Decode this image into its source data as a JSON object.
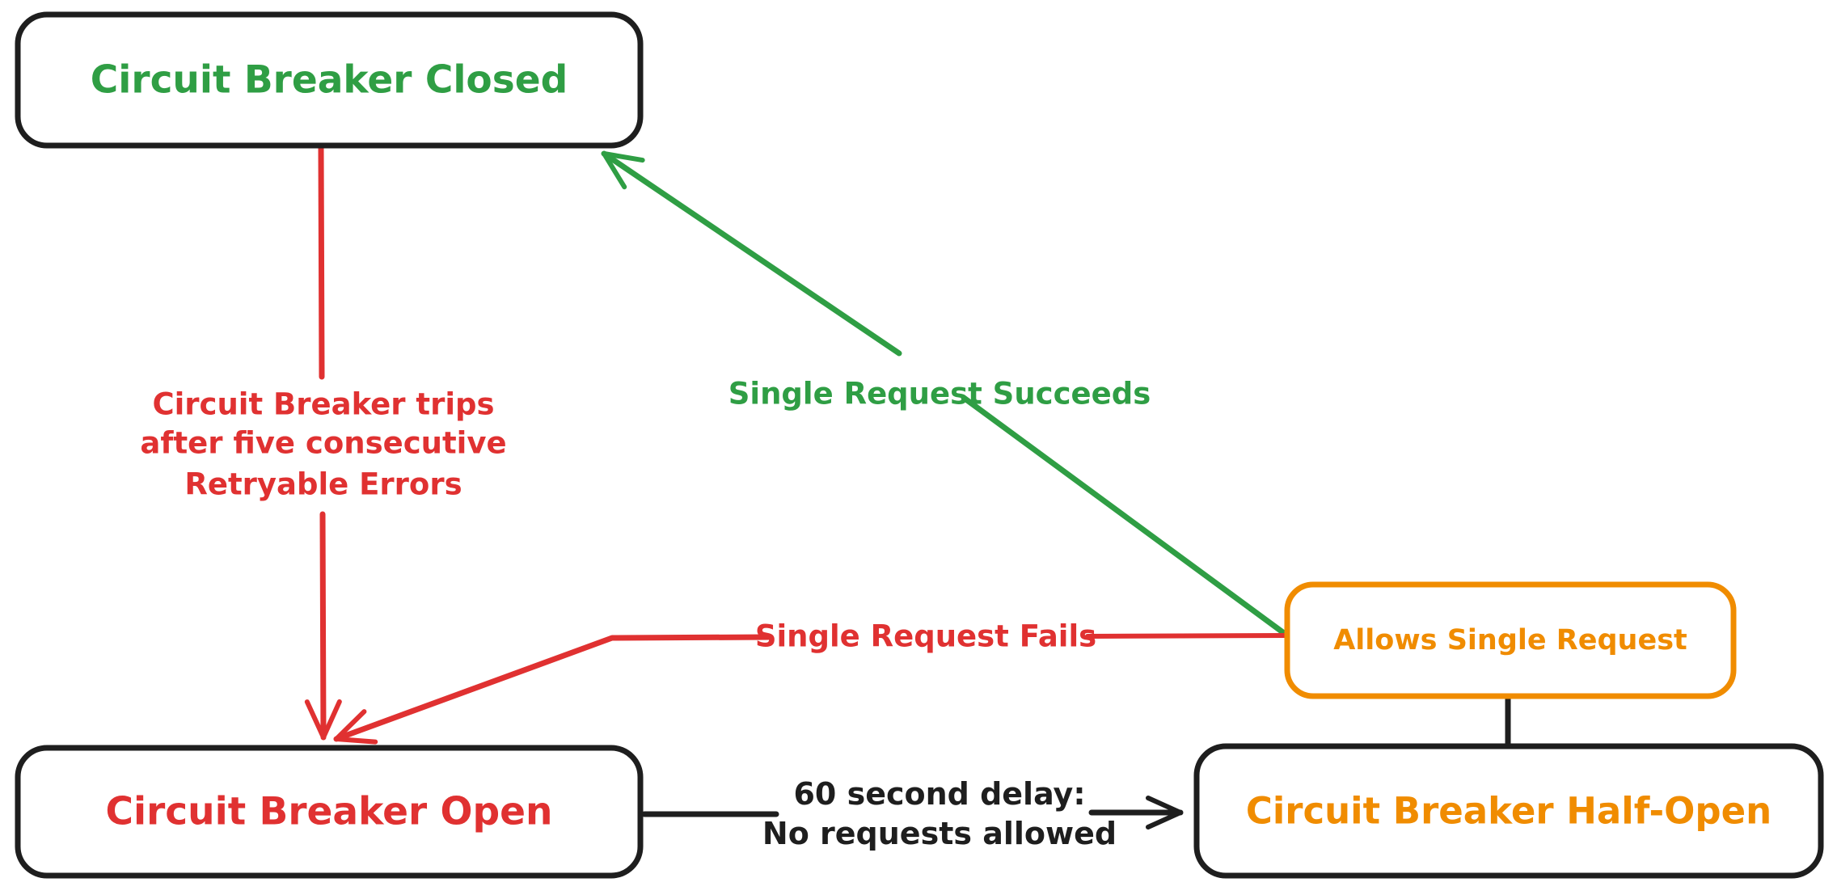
{
  "diagram": {
    "description": "Circuit breaker state machine diagram"
  },
  "colors": {
    "green": "#2f9e44",
    "red": "#e03131",
    "orange": "#f08c00",
    "black": "#1e1e1e",
    "background": "#ffffff"
  },
  "nodes": {
    "closed": {
      "label": "Circuit Breaker Closed"
    },
    "open": {
      "label": "Circuit Breaker Open"
    },
    "half_open": {
      "label": "Circuit Breaker Half-Open"
    },
    "allows_single_request": {
      "label": "Allows Single Request"
    }
  },
  "edges": {
    "trip": {
      "lines": [
        "Circuit Breaker trips",
        "after five consecutive",
        "Retryable Errors"
      ]
    },
    "succeeds": {
      "label": "Single Request Succeeds"
    },
    "fails": {
      "label": "Single Request Fails"
    },
    "delay": {
      "lines": [
        "60 second delay:",
        "No requests allowed"
      ]
    }
  }
}
